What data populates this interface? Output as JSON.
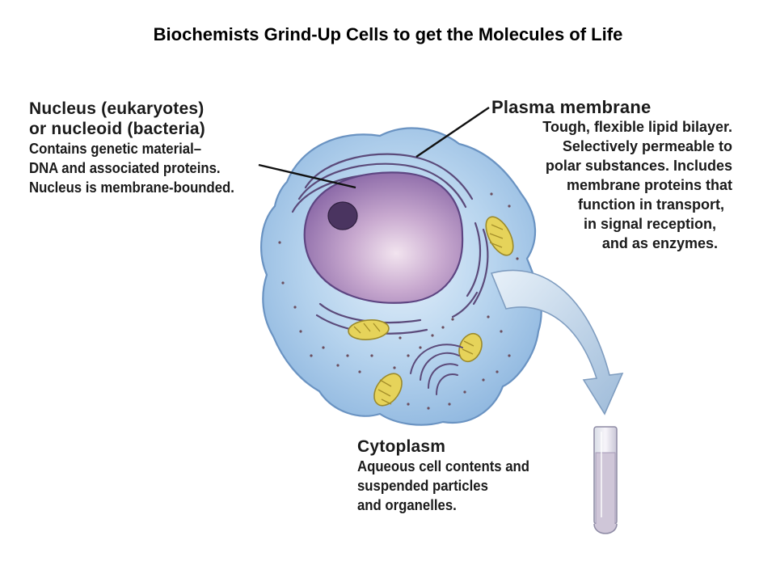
{
  "title": "Biochemists Grind-Up Cells to get the Molecules of Life",
  "labels": {
    "nucleus": {
      "heading_line1": "Nucleus (eukaryotes)",
      "heading_line2": "or nucleoid (bacteria)",
      "body": [
        "Contains genetic material–",
        "DNA and associated proteins.",
        "Nucleus is membrane-bounded."
      ]
    },
    "plasma_membrane": {
      "heading": "Plasma membrane",
      "body": [
        "Tough, flexible lipid bilayer.",
        "Selectively permeable to",
        "polar substances. Includes",
        "membrane proteins that",
        "function in transport,",
        "in signal reception,",
        "and as enzymes."
      ]
    },
    "cytoplasm": {
      "heading": "Cytoplasm",
      "body": [
        "Aqueous cell contents and",
        "suspended particles",
        "and organelles."
      ]
    }
  },
  "colors": {
    "cytoplasm_fill": "#a9cbe8",
    "nucleus_fill": "#b79ac4",
    "mitochondria_fill": "#e6d35a",
    "arrow_fill": "#b7cde3",
    "tube_liquid": "#cfc6d8"
  }
}
